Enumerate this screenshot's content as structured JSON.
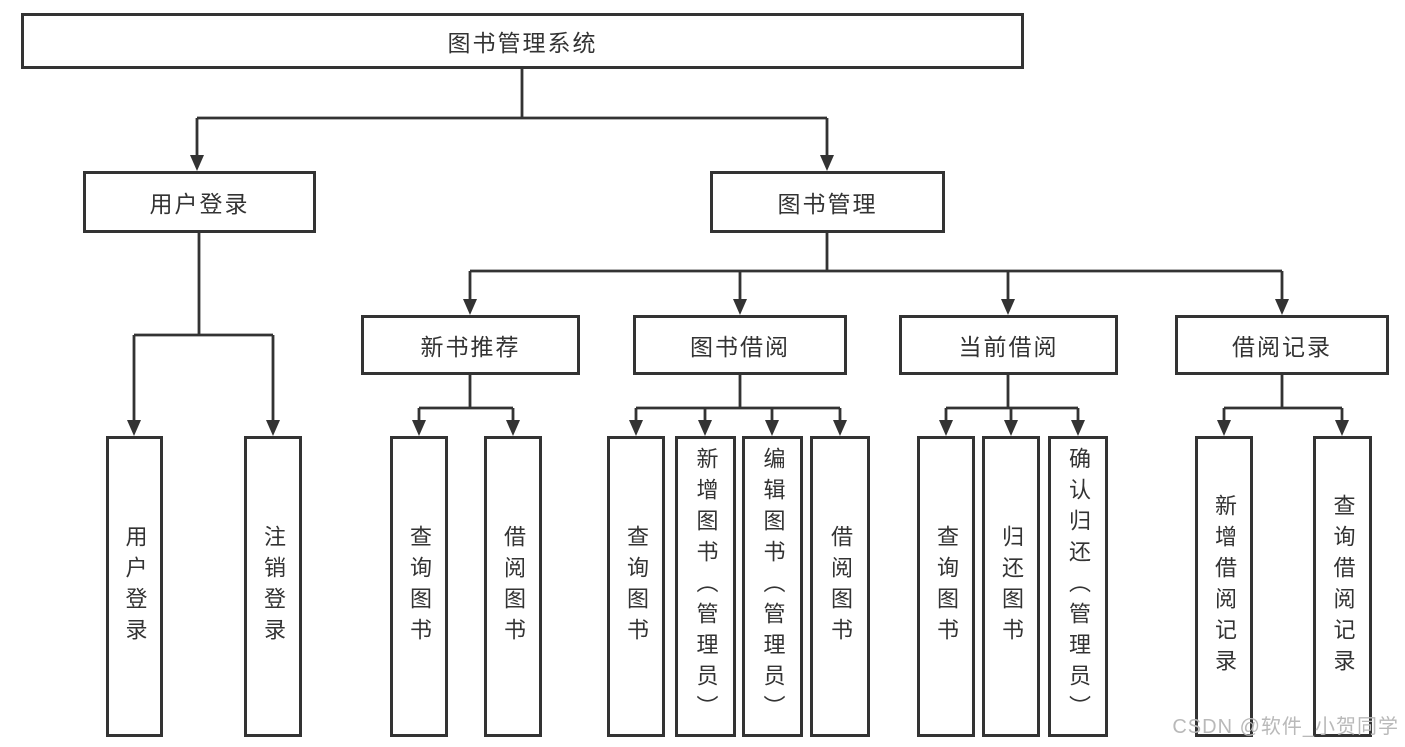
{
  "title": "图书管理系统",
  "watermark": {
    "text": "CSDN @软件_小贺同学"
  },
  "colors": {
    "line": "#333333",
    "box_border": "#333333",
    "text": "#333333",
    "watermark": "#b9b9b9",
    "background": "#ffffff"
  },
  "nodes": {
    "root": {
      "label": "图书管理系统"
    },
    "userLogin": {
      "label": "用户登录"
    },
    "bookMgmt": {
      "label": "图书管理"
    },
    "newBookRec": {
      "label": "新书推荐"
    },
    "bookBorrow": {
      "label": "图书借阅"
    },
    "currentBorrow": {
      "label": "当前借阅"
    },
    "borrowRecord": {
      "label": "借阅记录"
    },
    "loginLeaf": {
      "label": "用户登录"
    },
    "logoutLeaf": {
      "label": "注销登录"
    },
    "recQueryBook": {
      "label": "查询图书"
    },
    "recBorrowBook": {
      "label": "借阅图书"
    },
    "bbQueryBook": {
      "label": "查询图书"
    },
    "bbAddBook": {
      "label": "新增图书（管理员）"
    },
    "bbEditBook": {
      "label": "编辑图书（管理员）"
    },
    "bbBorrowBook": {
      "label": "借阅图书"
    },
    "cbQueryBook": {
      "label": "查询图书"
    },
    "cbReturnBook": {
      "label": "归还图书"
    },
    "cbConfirmReturn": {
      "label": "确认归还（管理员）"
    },
    "brAddRecord": {
      "label": "新增借阅记录"
    },
    "brQueryRecord": {
      "label": "查询借阅记录"
    }
  },
  "hierarchy": {
    "图书管理系统": {
      "用户登录": [
        "用户登录",
        "注销登录"
      ],
      "图书管理": {
        "新书推荐": [
          "查询图书",
          "借阅图书"
        ],
        "图书借阅": [
          "查询图书",
          "新增图书（管理员）",
          "编辑图书（管理员）",
          "借阅图书"
        ],
        "当前借阅": [
          "查询图书",
          "归还图书",
          "确认归还（管理员）"
        ],
        "借阅记录": [
          "新增借阅记录",
          "查询借阅记录"
        ]
      }
    }
  }
}
